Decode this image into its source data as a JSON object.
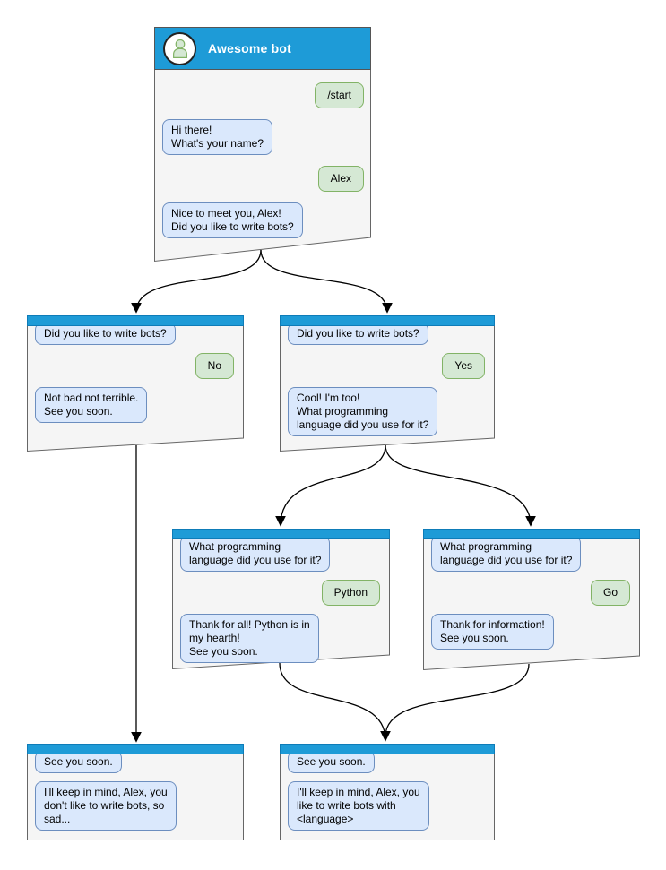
{
  "colors": {
    "header_blue": "#1E9BD7",
    "header_blue_border": "#0E7CB8",
    "box_fill": "#F5F5F5",
    "box_border": "#666666",
    "bot_bubble_fill": "#DAE8FC",
    "bot_bubble_border": "#6C8EBF",
    "user_bubble_fill": "#D5E8D4",
    "user_bubble_border": "#82B366",
    "edge_color": "#000000"
  },
  "root": {
    "title": "Awesome bot",
    "avatar": "person-icon",
    "messages": [
      {
        "from": "user",
        "text": "/start"
      },
      {
        "from": "bot",
        "text": "Hi there!\nWhat's your name?"
      },
      {
        "from": "user",
        "text": "Alex"
      },
      {
        "from": "bot",
        "text": "Nice to meet you, Alex!\nDid you like to write bots?"
      }
    ]
  },
  "branches": [
    {
      "id": "no",
      "question": "Did you like to write bots?",
      "answer": "No",
      "reply": "Not bad not terrible.\nSee you soon."
    },
    {
      "id": "yes",
      "question": "Did you like to write bots?",
      "answer": "Yes",
      "reply": "Cool! I'm too!\nWhat programming\nlanguage did you use for it?"
    },
    {
      "id": "python",
      "question": "What programming\nlanguage did you use for it?",
      "answer": "Python",
      "reply": "Thank for all! Python is in\nmy hearth!\nSee you soon."
    },
    {
      "id": "go",
      "question": "What programming\nlanguage did you use for it?",
      "answer": "Go",
      "reply": "Thank for information!\nSee you soon."
    }
  ],
  "endings": [
    {
      "id": "no-ending",
      "question": "See you soon.",
      "reply": "I'll keep in mind, Alex, you\ndon't like to write bots, so\nsad..."
    },
    {
      "id": "language-ending",
      "question": "See you soon.",
      "reply": "I'll keep in mind, Alex, you\nlike to write bots with\n<language>"
    }
  ]
}
